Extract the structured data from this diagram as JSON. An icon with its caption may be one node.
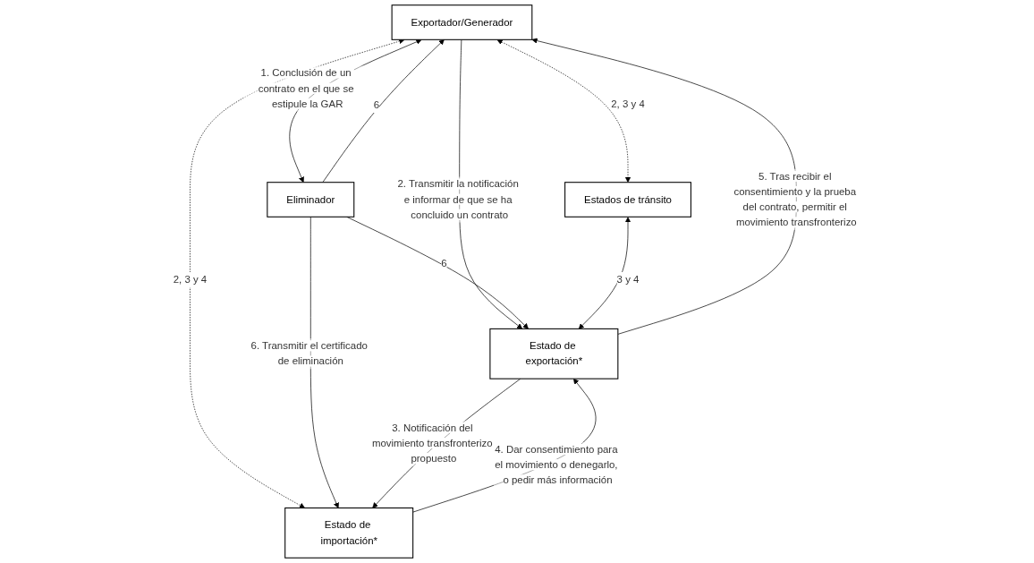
{
  "diagram": {
    "nodes": [
      {
        "text": [
          "Exportador/Generador"
        ]
      },
      {
        "text": [
          "Eliminador"
        ]
      },
      {
        "text": [
          "Estados de tránsito"
        ]
      },
      {
        "text": [
          "Estado de exportación*"
        ]
      },
      {
        "text": [
          "Estado de importación*"
        ]
      }
    ],
    "edges": [
      {
        "from": 0,
        "to": 1,
        "arrow": "both",
        "label": "1. Conclusión de un contrato en el que se estipule la GAR"
      },
      {
        "from": 1,
        "to": 0,
        "arrow": "to",
        "label": "6"
      },
      {
        "from": 0,
        "to": 2,
        "arrow": "both",
        "style": "dashed",
        "label": "2, 3 y 4"
      },
      {
        "from": 0,
        "to": 3,
        "arrow": "to",
        "label": "2. Transmitir la notificación e informar de que se ha concluido un contrato"
      },
      {
        "from": 3,
        "to": 0,
        "arrow": "to",
        "label": "5. Tras recibir el consentimiento y la prueba del contrato, permitir el movimiento transfronterizo"
      },
      {
        "from": 1,
        "to": 3,
        "arrow": "to",
        "label": "6"
      },
      {
        "from": 0,
        "to": 4,
        "arrow": "both",
        "style": "dashed",
        "label": "2, 3 y 4"
      },
      {
        "from": 1,
        "to": 4,
        "arrow": "to",
        "label": "6. Transmitir el certificado de eliminación"
      },
      {
        "from": 3,
        "to": 2,
        "arrow": "both",
        "label": "3 y 4"
      },
      {
        "from": 3,
        "to": 4,
        "arrow": "to",
        "label": "3. Notificación del movimiento transfronterizo propuesto"
      },
      {
        "from": 4,
        "to": 3,
        "arrow": "to",
        "label": "4. Dar consentimiento para el movimiento o denegarlo, o pedir más información"
      }
    ]
  }
}
